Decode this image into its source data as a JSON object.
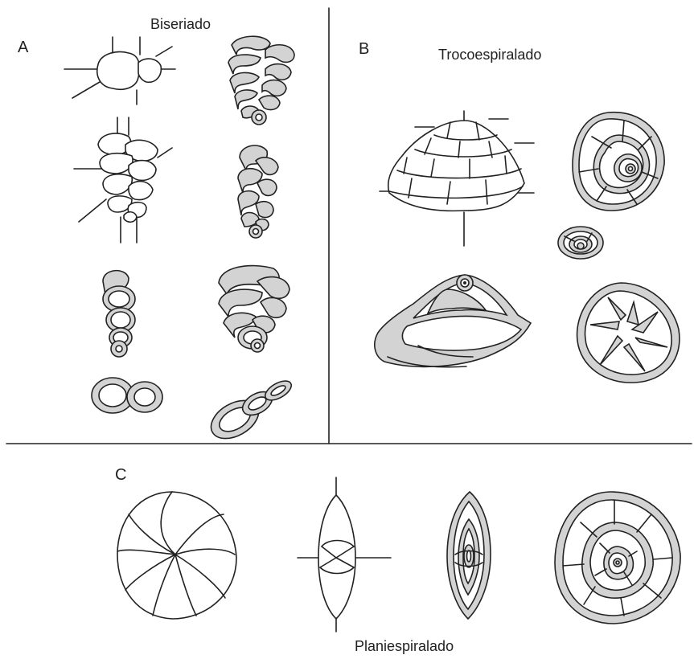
{
  "panels": {
    "a": {
      "letter": "A",
      "title": "Biseriado"
    },
    "b": {
      "letter": "B",
      "title": "Trocoespiralado"
    },
    "c": {
      "letter": "C",
      "title": "Planiespiralado"
    }
  },
  "colors": {
    "ink": "#222222",
    "wall_fill": "#d3d3d3",
    "background": "#ffffff"
  }
}
